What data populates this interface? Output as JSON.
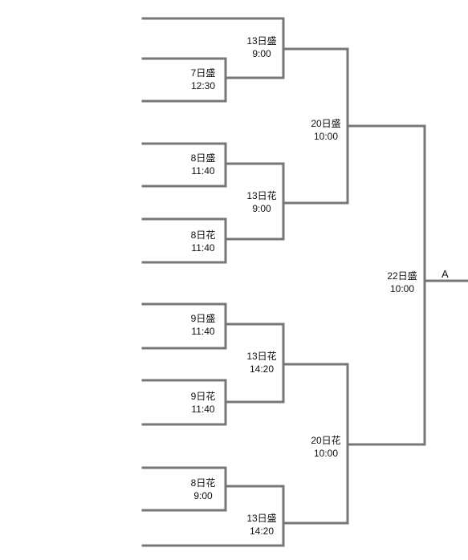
{
  "bracket": {
    "line_color": "#777777",
    "matches": [
      {
        "id": "r1a",
        "date": "13日盛",
        "time": "9:00"
      },
      {
        "id": "r0a",
        "date": "7日盛",
        "time": "12:30"
      },
      {
        "id": "r0b",
        "date": "8日盛",
        "time": "11:40"
      },
      {
        "id": "r1b",
        "date": "13日花",
        "time": "9:00"
      },
      {
        "id": "r0c",
        "date": "8日花",
        "time": "11:40"
      },
      {
        "id": "r2a",
        "date": "20日盛",
        "time": "10:00"
      },
      {
        "id": "r3",
        "date": "22日盛",
        "time": "10:00"
      },
      {
        "id": "r0d",
        "date": "9日盛",
        "time": "11:40"
      },
      {
        "id": "r1c",
        "date": "13日花",
        "time": "14:20"
      },
      {
        "id": "r0e",
        "date": "9日花",
        "time": "11:40"
      },
      {
        "id": "r2b",
        "date": "20日花",
        "time": "10:00"
      },
      {
        "id": "r0f",
        "date": "8日花",
        "time": "9:00"
      },
      {
        "id": "r1d",
        "date": "13日盛",
        "time": "14:20"
      }
    ],
    "final_label": "A"
  }
}
